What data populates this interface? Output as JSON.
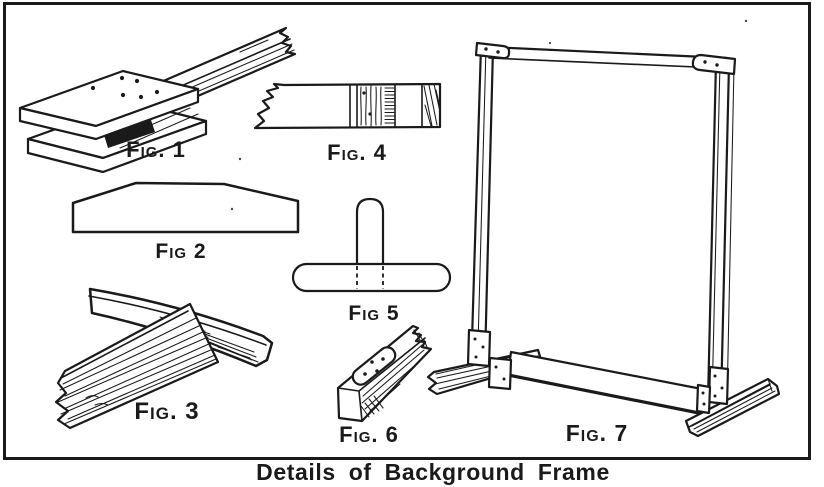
{
  "caption": "Details of Background Frame",
  "colors": {
    "ink": "#1a1a1a",
    "paper": "#ffffff"
  },
  "figures": [
    {
      "id": "fig-1",
      "label": "Fig. 1",
      "depicts": "clamp-splice-joint-perspective"
    },
    {
      "id": "fig-2",
      "label": "Fig 2",
      "depicts": "beveled-foot-profile"
    },
    {
      "id": "fig-3",
      "label": "Fig. 3",
      "depicts": "foot-tee-perspective"
    },
    {
      "id": "fig-4",
      "label": "Fig. 4",
      "depicts": "board-lap-joint-side-view"
    },
    {
      "id": "fig-5",
      "label": "Fig 5",
      "depicts": "tee-half-lap-plan-view"
    },
    {
      "id": "fig-6",
      "label": "Fig. 6",
      "depicts": "cleated-bar-perspective"
    },
    {
      "id": "fig-7",
      "label": "Fig. 7",
      "depicts": "assembled-background-frame"
    }
  ]
}
